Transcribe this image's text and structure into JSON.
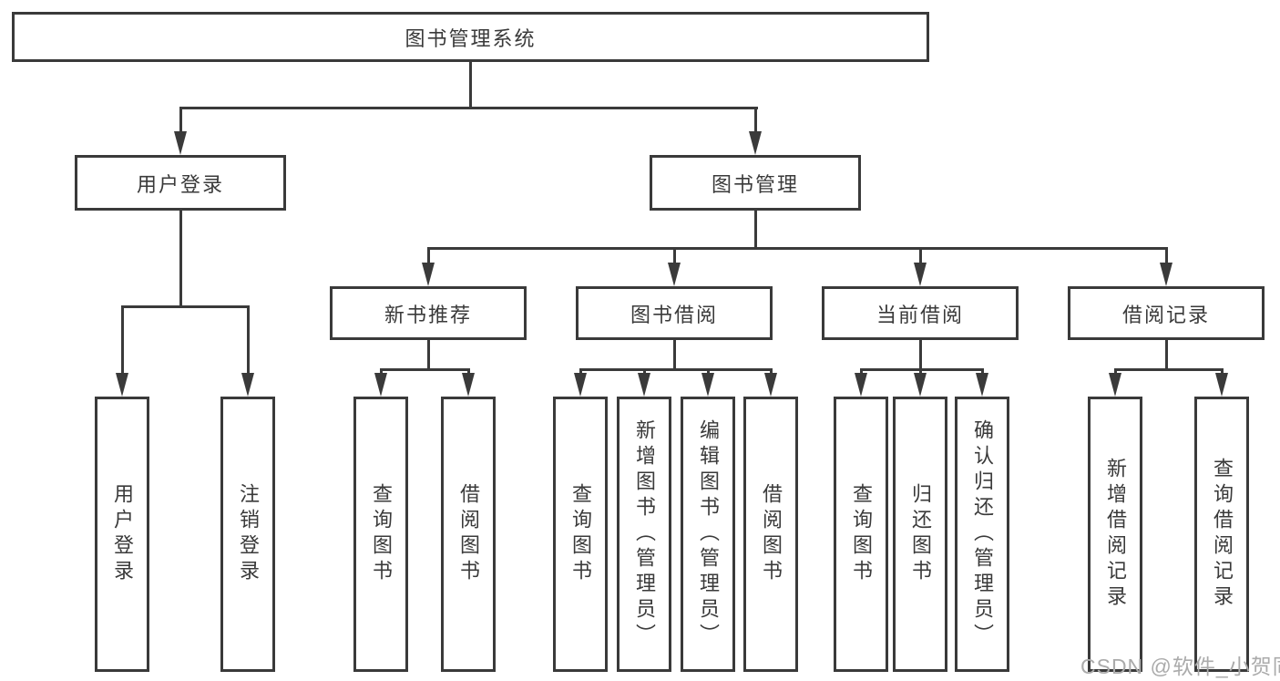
{
  "colors": {
    "line": "#3a3a3a",
    "text": "#3a3a3a",
    "watermark": "#ababab",
    "background": "#ffffff"
  },
  "watermark": {
    "text": "CSDN @软件_小贺同学"
  },
  "diagram": {
    "root": {
      "label": "图书管理系统"
    },
    "branches": {
      "user_login": {
        "label": "用户登录",
        "children": [
          {
            "label": "用户登录"
          },
          {
            "label": "注销登录"
          }
        ]
      },
      "book_management": {
        "label": "图书管理",
        "children": [
          {
            "label": "新书推荐",
            "children": [
              {
                "label": "查询图书"
              },
              {
                "label": "借阅图书"
              }
            ]
          },
          {
            "label": "图书借阅",
            "children": [
              {
                "label": "查询图书"
              },
              {
                "label": "新增图书（管理员）"
              },
              {
                "label": "编辑图书（管理员）"
              },
              {
                "label": "借阅图书"
              }
            ]
          },
          {
            "label": "当前借阅",
            "children": [
              {
                "label": "查询图书"
              },
              {
                "label": "归还图书"
              },
              {
                "label": "确认归还（管理员）"
              }
            ]
          },
          {
            "label": "借阅记录",
            "children": [
              {
                "label": "新增借阅记录"
              },
              {
                "label": "查询借阅记录"
              }
            ]
          }
        ]
      }
    }
  }
}
